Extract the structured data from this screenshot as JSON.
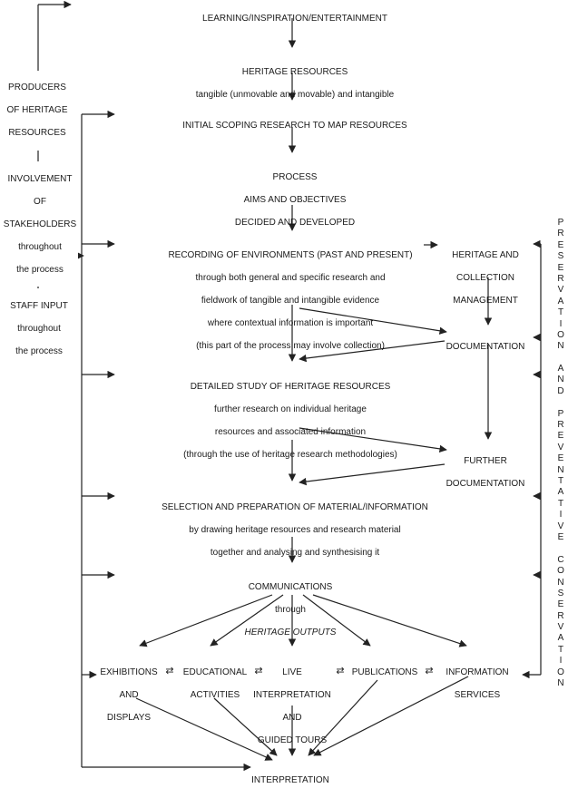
{
  "nodes": {
    "learning": "LEARNING/INSPIRATION/ENTERTAINMENT",
    "heritage_resources": [
      "HERITAGE RESOURCES",
      "tangible (unmovable and movable) and intangible"
    ],
    "initial_scoping": "INITIAL SCOPING RESEARCH TO MAP RESOURCES",
    "process": [
      "PROCESS",
      "AIMS AND OBJECTIVES",
      "DECIDED AND DEVELOPED"
    ],
    "recording": [
      "RECORDING OF ENVIRONMENTS (PAST AND PRESENT)",
      "through both general and specific research and",
      "fieldwork of tangible and intangible evidence",
      "where contextual information is important",
      "(this part of the process may involve collection)"
    ],
    "heritage_collection": [
      "HERITAGE AND",
      "COLLECTION",
      "MANAGEMENT"
    ],
    "documentation": "DOCUMENTATION",
    "detailed_study": [
      "DETAILED STUDY OF HERITAGE RESOURCES",
      "further research on individual heritage",
      "resources and associated information",
      "(through the use of heritage research methodologies)"
    ],
    "further_documentation": [
      "FURTHER",
      "DOCUMENTATION"
    ],
    "selection": [
      "SELECTION AND PREPARATION OF MATERIAL/INFORMATION",
      "by drawing heritage resources and research material",
      "together and analysing and synthesising it"
    ],
    "communications": [
      "COMMUNICATIONS",
      "through"
    ],
    "heritage_outputs": "HERITAGE OUTPUTS",
    "exhibitions": [
      "EXHIBITIONS",
      "AND",
      "DISPLAYS"
    ],
    "educational": [
      "EDUCATIONAL",
      "ACTIVITIES"
    ],
    "live": [
      "LIVE",
      "INTERPRETATION",
      "AND",
      "GUIDED TOURS"
    ],
    "publications": "PUBLICATIONS",
    "information_services": [
      "INFORMATION",
      "SERVICES"
    ],
    "interpretation": "INTERPRETATION"
  },
  "left_labels": {
    "producers": [
      "PRODUCERS",
      "OF HERITAGE",
      "RESOURCES"
    ],
    "involvement": [
      "INVOLVEMENT",
      "OF",
      "STAKEHOLDERS",
      "throughout",
      "the process"
    ],
    "staff": [
      "STAFF INPUT",
      "throughout",
      "the process"
    ]
  },
  "right_label": "PRESERVATION AND PREVENTATIVE CONSERVATION",
  "arrow_glyph": "⇄"
}
